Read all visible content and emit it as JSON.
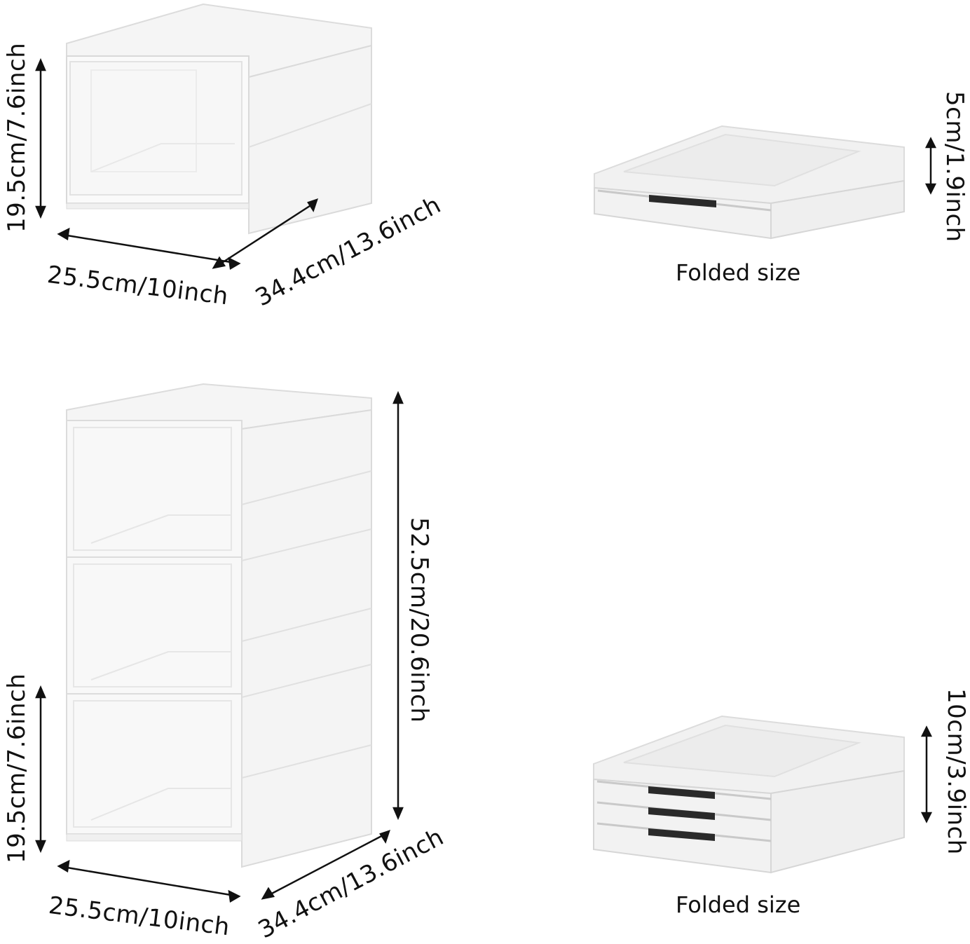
{
  "panels": {
    "single_box": {
      "height_label": "19.5cm/7.6inch",
      "width_label": "25.5cm/10inch",
      "depth_label": "34.4cm/13.6inch"
    },
    "single_folded": {
      "height_label": "5cm/1.9inch",
      "caption": "Folded size"
    },
    "triple_stack": {
      "total_height_label": "52.5cm/20.6inch",
      "unit_height_label": "19.5cm/7.6inch",
      "width_label": "25.5cm/10inch",
      "depth_label": "34.4cm/13.6inch"
    },
    "triple_folded": {
      "height_label": "10cm/3.9inch",
      "caption": "Folded size"
    }
  },
  "colors": {
    "background": "#ffffff",
    "box_body": "#f2f2f2",
    "box_edge": "#d8d8d8",
    "text": "#111111",
    "slot": "#2a2a2a"
  }
}
